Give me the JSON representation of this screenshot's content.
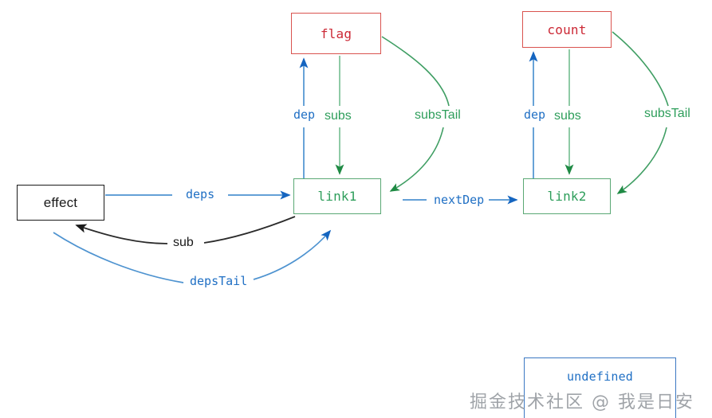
{
  "diagram": {
    "title": "reactive-system-link-diagram",
    "colors": {
      "blue": "#1f6fc4",
      "blue_line": "#3b78c3",
      "green": "#2e9e5b",
      "green_line": "#3f9e63",
      "red": "#cc2936",
      "red_border": "#d9534f",
      "black": "#1a1a1a",
      "watermark": "#8f9499",
      "background": "#ffffff"
    },
    "nodes": [
      {
        "id": "effect",
        "label": "effect",
        "style": "black"
      },
      {
        "id": "flag",
        "label": "flag",
        "style": "red"
      },
      {
        "id": "count",
        "label": "count",
        "style": "red"
      },
      {
        "id": "link1",
        "label": "link1",
        "style": "green"
      },
      {
        "id": "link2",
        "label": "link2",
        "style": "green"
      },
      {
        "id": "undefined",
        "label": "undefined",
        "style": "blue"
      }
    ],
    "edges": [
      {
        "id": "deps",
        "label": "deps",
        "color": "blue",
        "from": "effect",
        "to": "link1"
      },
      {
        "id": "dep-flag",
        "label": "dep",
        "color": "blue",
        "from": "link1",
        "to": "flag"
      },
      {
        "id": "subs-flag",
        "label": "subs",
        "color": "green",
        "from": "flag",
        "to": "link1"
      },
      {
        "id": "substail-flag",
        "label": "subsTail",
        "color": "green",
        "from": "flag",
        "to": "link1"
      },
      {
        "id": "nextdep",
        "label": "nextDep",
        "color": "blue",
        "from": "link1",
        "to": "link2"
      },
      {
        "id": "dep-count",
        "label": "dep",
        "color": "blue",
        "from": "link2",
        "to": "count"
      },
      {
        "id": "subs-count",
        "label": "subs",
        "color": "green",
        "from": "count",
        "to": "link2"
      },
      {
        "id": "substail-count",
        "label": "subsTail",
        "color": "green",
        "from": "count",
        "to": "link2"
      },
      {
        "id": "sub",
        "label": "sub",
        "color": "black",
        "from": "link1",
        "to": "effect"
      },
      {
        "id": "depstail",
        "label": "depsTail",
        "color": "blue",
        "from": "effect",
        "to": "link1"
      }
    ],
    "watermark": "掘金技术社区 @ 我是日安"
  }
}
